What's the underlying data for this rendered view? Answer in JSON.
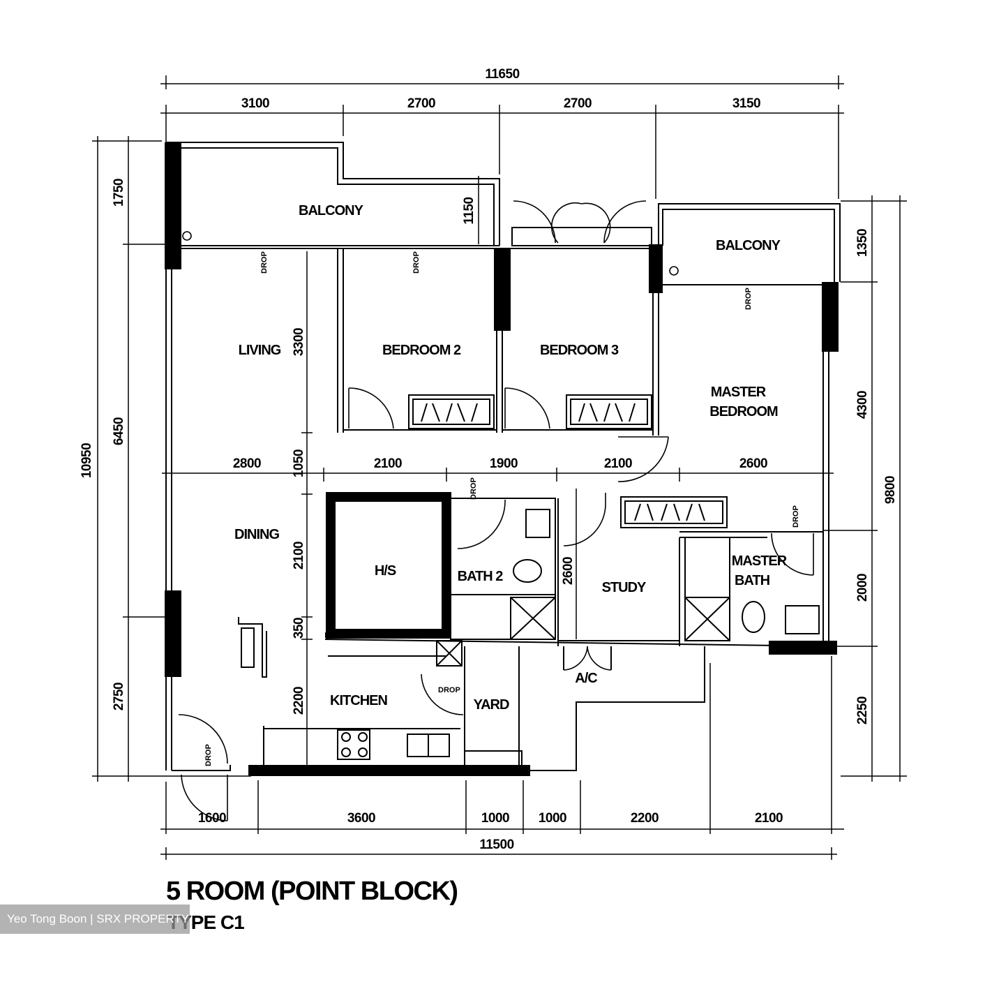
{
  "plan": {
    "title": "5 ROOM (POINT BLOCK)",
    "subtitle": "TYPE C1",
    "watermark": "Yeo Tong Boon | SRX PROPERTY",
    "rooms": {
      "balcony_left": "BALCONY",
      "balcony_right": "BALCONY",
      "living": "LIVING",
      "bedroom2": "BEDROOM 2",
      "bedroom3": "BEDROOM 3",
      "master_bedroom_1": "MASTER",
      "master_bedroom_2": "BEDROOM",
      "dining": "DINING",
      "hs": "H/S",
      "bath2": "BATH 2",
      "study": "STUDY",
      "master_bath_1": "MASTER",
      "master_bath_2": "BATH",
      "kitchen": "KITCHEN",
      "yard": "YARD",
      "ac": "A/C"
    },
    "dimensions": {
      "top_total": "11650",
      "top_1": "3100",
      "top_2": "2700",
      "top_3": "2700",
      "top_4": "3150",
      "bottom_total": "11500",
      "bottom_1": "1600",
      "bottom_2": "3600",
      "bottom_3": "1000",
      "bottom_4": "1000",
      "bottom_5": "2200",
      "bottom_6": "2100",
      "left_total": "10950",
      "left_1": "1750",
      "left_2": "6450",
      "left_3": "2750",
      "right_total": "9800",
      "right_1": "1350",
      "right_2": "4300",
      "right_3": "2000",
      "right_4": "2250",
      "mid_1": "2800",
      "mid_2": "2100",
      "mid_3": "1900",
      "mid_4": "2100",
      "mid_5": "2600",
      "inner_1150": "1150",
      "inner_3300": "3300",
      "inner_1050": "1050",
      "inner_2100": "2100",
      "inner_350": "350",
      "inner_2200": "2200",
      "inner_2600": "2600"
    },
    "drop_label": "DROP"
  }
}
